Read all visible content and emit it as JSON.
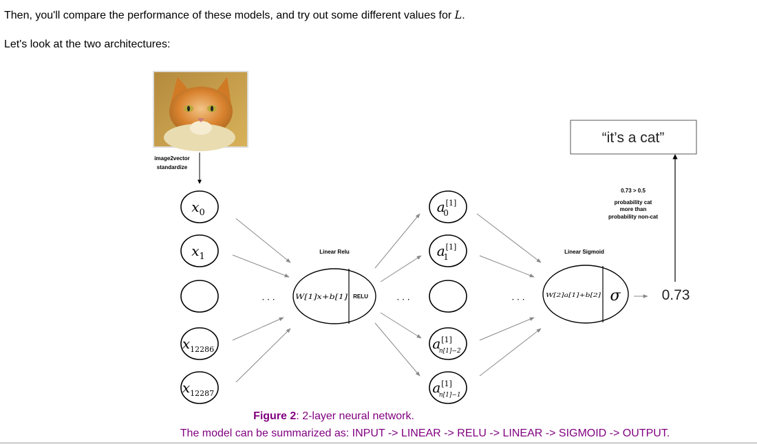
{
  "intro": {
    "line1_prefix": "Then, you'll compare the performance of these models, and try out some different values for ",
    "line1_var": "L",
    "line1_suffix": ".",
    "line2": "Let's look at the two architectures:"
  },
  "diagram": {
    "image_caption_1": "image2vector",
    "image_caption_2": "standardize",
    "inputs": [
      {
        "base": "x",
        "sub": "0"
      },
      {
        "base": "x",
        "sub": "1"
      },
      {
        "base": "",
        "sub": ""
      },
      {
        "base": "x",
        "sub": "12286"
      },
      {
        "base": "x",
        "sub": "12287"
      }
    ],
    "hidden": [
      {
        "base": "a",
        "sup": "[1]",
        "sub": "0"
      },
      {
        "base": "a",
        "sup": "[1]",
        "sub": "1"
      },
      {
        "base": "",
        "sup": "",
        "sub": ""
      },
      {
        "base": "a",
        "sup": "[1]",
        "sub": "n[1]−2"
      },
      {
        "base": "a",
        "sup": "[1]",
        "sub": "n[1]−1"
      }
    ],
    "ellipsis": "· · ·",
    "layer1_label": "Linear Relu",
    "layer1_formula": "W[1]x+b[1]",
    "layer1_activation": "RELU",
    "layer2_label": "Linear Sigmoid",
    "layer2_formula": "W[2]a[1]+b[2]",
    "layer2_activation": "σ",
    "output_value": "0.73",
    "threshold": "0.73 > 0.5",
    "prob_line1": "probability cat",
    "prob_line2": "more than",
    "prob_line3": "probability non-cat",
    "result_label": "“it’s a cat”"
  },
  "caption": {
    "figure_label": "Figure 2",
    "figure_text": ": 2-layer neural network.",
    "summary": "The model can be summarized as: INPUT -> LINEAR -> RELU -> LINEAR -> SIGMOID -> OUTPUT."
  }
}
